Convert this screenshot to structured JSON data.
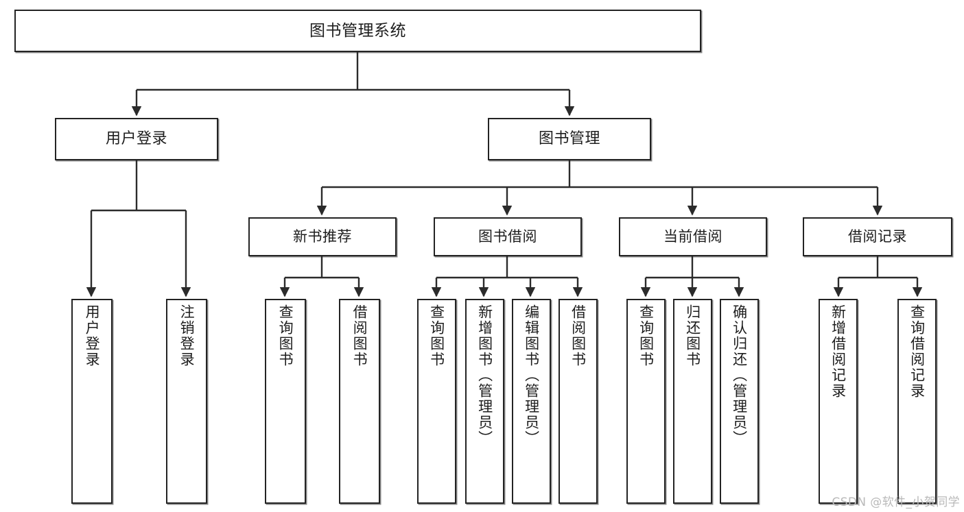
{
  "diagram": {
    "title": "图书管理系统",
    "type": "tree",
    "watermark": "CSDN @软件_小贺同学",
    "colors": {
      "box_border": "#232323",
      "box_fill": "#ffffff",
      "edge": "#2b2b2b",
      "text": "#1d1d1d",
      "watermark": "#b9b9b9",
      "background": "#ffffff"
    },
    "root": {
      "label": "图书管理系统"
    },
    "level2": [
      {
        "label": "用户登录"
      },
      {
        "label": "图书管理"
      }
    ],
    "level3": [
      {
        "label": "新书推荐"
      },
      {
        "label": "图书借阅"
      },
      {
        "label": "当前借阅"
      },
      {
        "label": "借阅记录"
      }
    ],
    "leaves": {
      "user_login": [
        {
          "label": "用户登录"
        },
        {
          "label": "注销登录"
        }
      ],
      "new_book_recommend": [
        {
          "label": "查询图书"
        },
        {
          "label": "借阅图书"
        }
      ],
      "book_borrow": [
        {
          "label": "查询图书"
        },
        {
          "label": "新增图书（管理员）"
        },
        {
          "label": "编辑图书（管理员）"
        },
        {
          "label": "借阅图书"
        }
      ],
      "current_borrow": [
        {
          "label": "查询图书"
        },
        {
          "label": "归还图书"
        },
        {
          "label": "确认归还（管理员）"
        }
      ],
      "borrow_record": [
        {
          "label": "新增借阅记录"
        },
        {
          "label": "查询借阅记录"
        }
      ]
    }
  }
}
